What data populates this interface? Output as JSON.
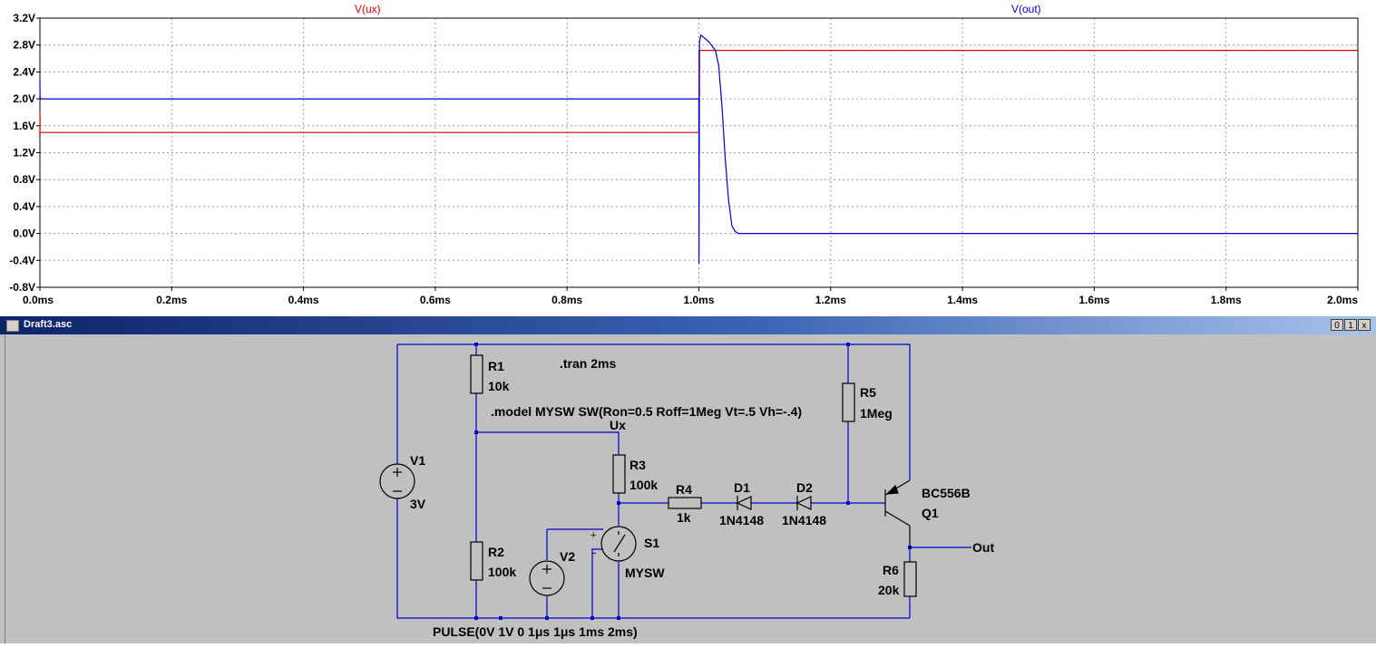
{
  "plot": {
    "traces": [
      {
        "name": "V(ux)",
        "color": "#dd0000"
      },
      {
        "name": "V(out)",
        "color": "#0000cc"
      }
    ],
    "y_ticks": [
      "3.2V",
      "2.8V",
      "2.4V",
      "2.0V",
      "1.6V",
      "1.2V",
      "0.8V",
      "0.4V",
      "0.0V",
      "-0.4V",
      "-0.8V"
    ],
    "x_ticks": [
      "0.0ms",
      "0.2ms",
      "0.4ms",
      "0.6ms",
      "0.8ms",
      "1.0ms",
      "1.2ms",
      "1.4ms",
      "1.6ms",
      "1.8ms",
      "2.0ms"
    ]
  },
  "chart_data": {
    "type": "line",
    "xlabel": "",
    "ylabel": "",
    "xlim": [
      0,
      2.0
    ],
    "ylim": [
      -0.8,
      3.2
    ],
    "grid": true,
    "series": [
      {
        "name": "V(ux)",
        "x": [
          0,
          0.0001,
          0.0002,
          0.0005,
          1.0,
          1.0001,
          1.002,
          2.0
        ],
        "y": [
          1.5,
          1.8,
          1.5,
          1.5,
          1.5,
          2.72,
          2.72,
          2.72
        ]
      },
      {
        "name": "V(out)",
        "x": [
          0,
          0.0002,
          0.0005,
          0.5,
          1.0,
          1.0001,
          1.001,
          1.003,
          1.015,
          1.025,
          1.03,
          1.035,
          1.04,
          1.045,
          1.05,
          1.055,
          1.06,
          1.07,
          1.1,
          1.5,
          2.0
        ],
        "y": [
          2.3,
          2.05,
          2.0,
          2.0,
          2.0,
          -0.45,
          2.85,
          2.95,
          2.85,
          2.72,
          2.5,
          1.9,
          1.1,
          0.5,
          0.12,
          0.03,
          0.0,
          0.0,
          0.0,
          0.0,
          0.0
        ]
      }
    ]
  },
  "window": {
    "title": "Draft3.asc",
    "buttons": [
      "0",
      "1",
      "x"
    ]
  },
  "schematic": {
    "directives": {
      "tran": ".tran 2ms",
      "model": ".model MYSW SW(Ron=0.5 Roff=1Meg Vt=.5 Vh=-.4)"
    },
    "components": {
      "R1": {
        "name": "R1",
        "value": "10k"
      },
      "R2": {
        "name": "R2",
        "value": "100k"
      },
      "R3": {
        "name": "R3",
        "value": "100k"
      },
      "R4": {
        "name": "R4",
        "value": "1k"
      },
      "R5": {
        "name": "R5",
        "value": "1Meg"
      },
      "R6": {
        "name": "R6",
        "value": "20k"
      },
      "V1": {
        "name": "V1",
        "value": "3V"
      },
      "V2": {
        "name": "V2",
        "value": "PULSE(0V 1V 0 1μs 1μs 1ms 2ms)"
      },
      "S1": {
        "name": "S1",
        "value": "MYSW"
      },
      "D1": {
        "name": "D1",
        "value": "1N4148"
      },
      "D2": {
        "name": "D2",
        "value": "1N4148"
      },
      "Q1": {
        "name": "Q1",
        "value": "BC556B"
      }
    },
    "nets": {
      "ux": "Ux",
      "out": "Out"
    },
    "switch_pins": {
      "plus": "+",
      "minus": "-"
    }
  }
}
